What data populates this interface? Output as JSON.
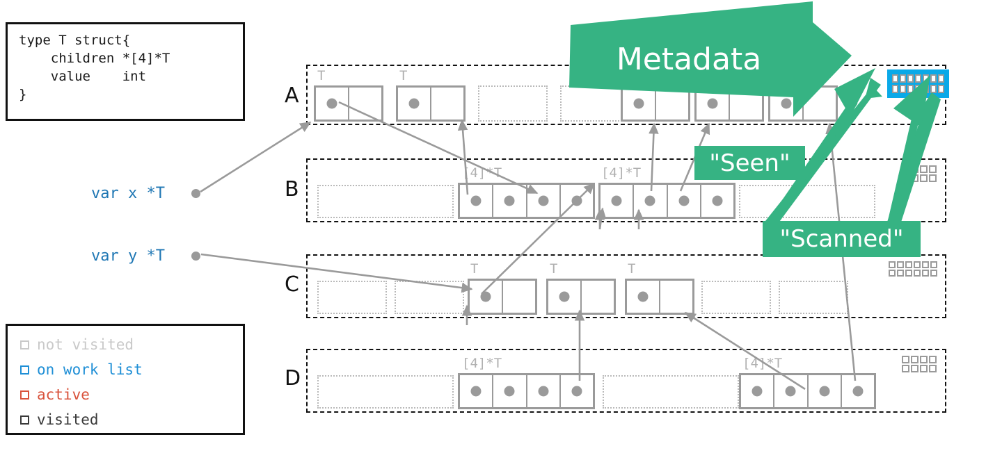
{
  "code": {
    "text": "type T struct{\n    children *[4]*T\n    value    int\n}"
  },
  "legend": {
    "items": [
      {
        "label": "not visited",
        "color": "#c9c9c9"
      },
      {
        "label": "on work list",
        "color": "#1f8fd6"
      },
      {
        "label": "active",
        "color": "#d9533c"
      },
      {
        "label": "visited",
        "color": "#3a3a3a"
      }
    ]
  },
  "variables": [
    {
      "name": "var x *T"
    },
    {
      "name": "var y *T"
    }
  ],
  "rows": [
    {
      "label": "A",
      "type_label": "T",
      "metadata_state": "on work list"
    },
    {
      "label": "B",
      "type_label": "[4]*T",
      "metadata_state": "not visited"
    },
    {
      "label": "C",
      "type_label": "T",
      "metadata_state": "not visited"
    },
    {
      "label": "D",
      "type_label": "[4]*T",
      "metadata_state": "not visited"
    }
  ],
  "callouts": {
    "metadata": "Metadata",
    "seen": "\"Seen\"",
    "scanned": "\"Scanned\""
  },
  "colors": {
    "accent_green": "#36b383",
    "accent_blue": "#0aa9e8",
    "object_gray": "#9a9a9a",
    "ghost_gray": "#b9b9b9",
    "var_blue": "#1f77b4"
  }
}
